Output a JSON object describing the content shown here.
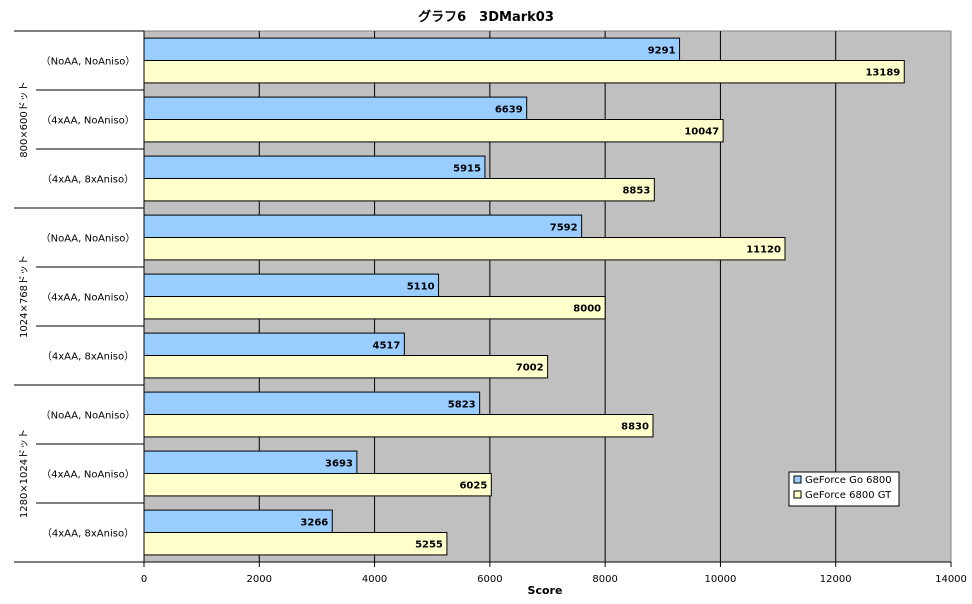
{
  "chart_data": {
    "type": "bar",
    "orientation": "horizontal",
    "title": "グラフ6　3DMark03",
    "xlabel": "Score",
    "ylabel": "",
    "xlim": [
      0,
      14000
    ],
    "xticks": [
      0,
      2000,
      4000,
      6000,
      8000,
      10000,
      12000,
      14000
    ],
    "grid": true,
    "legend_position": "right",
    "groups": [
      {
        "label": "800×600ドット",
        "categories": [
          "（NoAA, NoAniso）",
          "（4xAA, NoAniso）",
          "（4xAA, 8xAniso）"
        ]
      },
      {
        "label": "1024×768ドット",
        "categories": [
          "（NoAA, NoAniso）",
          "（4xAA, NoAniso）",
          "（4xAA, 8xAniso）"
        ]
      },
      {
        "label": "1280×1024ドット",
        "categories": [
          "（NoAA, NoAniso）",
          "（4xAA, NoAniso）",
          "（4xAA, 8xAniso）"
        ]
      }
    ],
    "series": [
      {
        "name": "GeForce Go 6800",
        "color": "#99ccff",
        "values": [
          9291,
          6639,
          5915,
          7592,
          5110,
          4517,
          5823,
          3693,
          3266
        ]
      },
      {
        "name": "GeForce 6800 GT",
        "color": "#ffffcc",
        "values": [
          13189,
          10047,
          8853,
          11120,
          8000,
          7002,
          8830,
          6025,
          5255
        ]
      }
    ],
    "plot_background": "#c0c0c0"
  }
}
